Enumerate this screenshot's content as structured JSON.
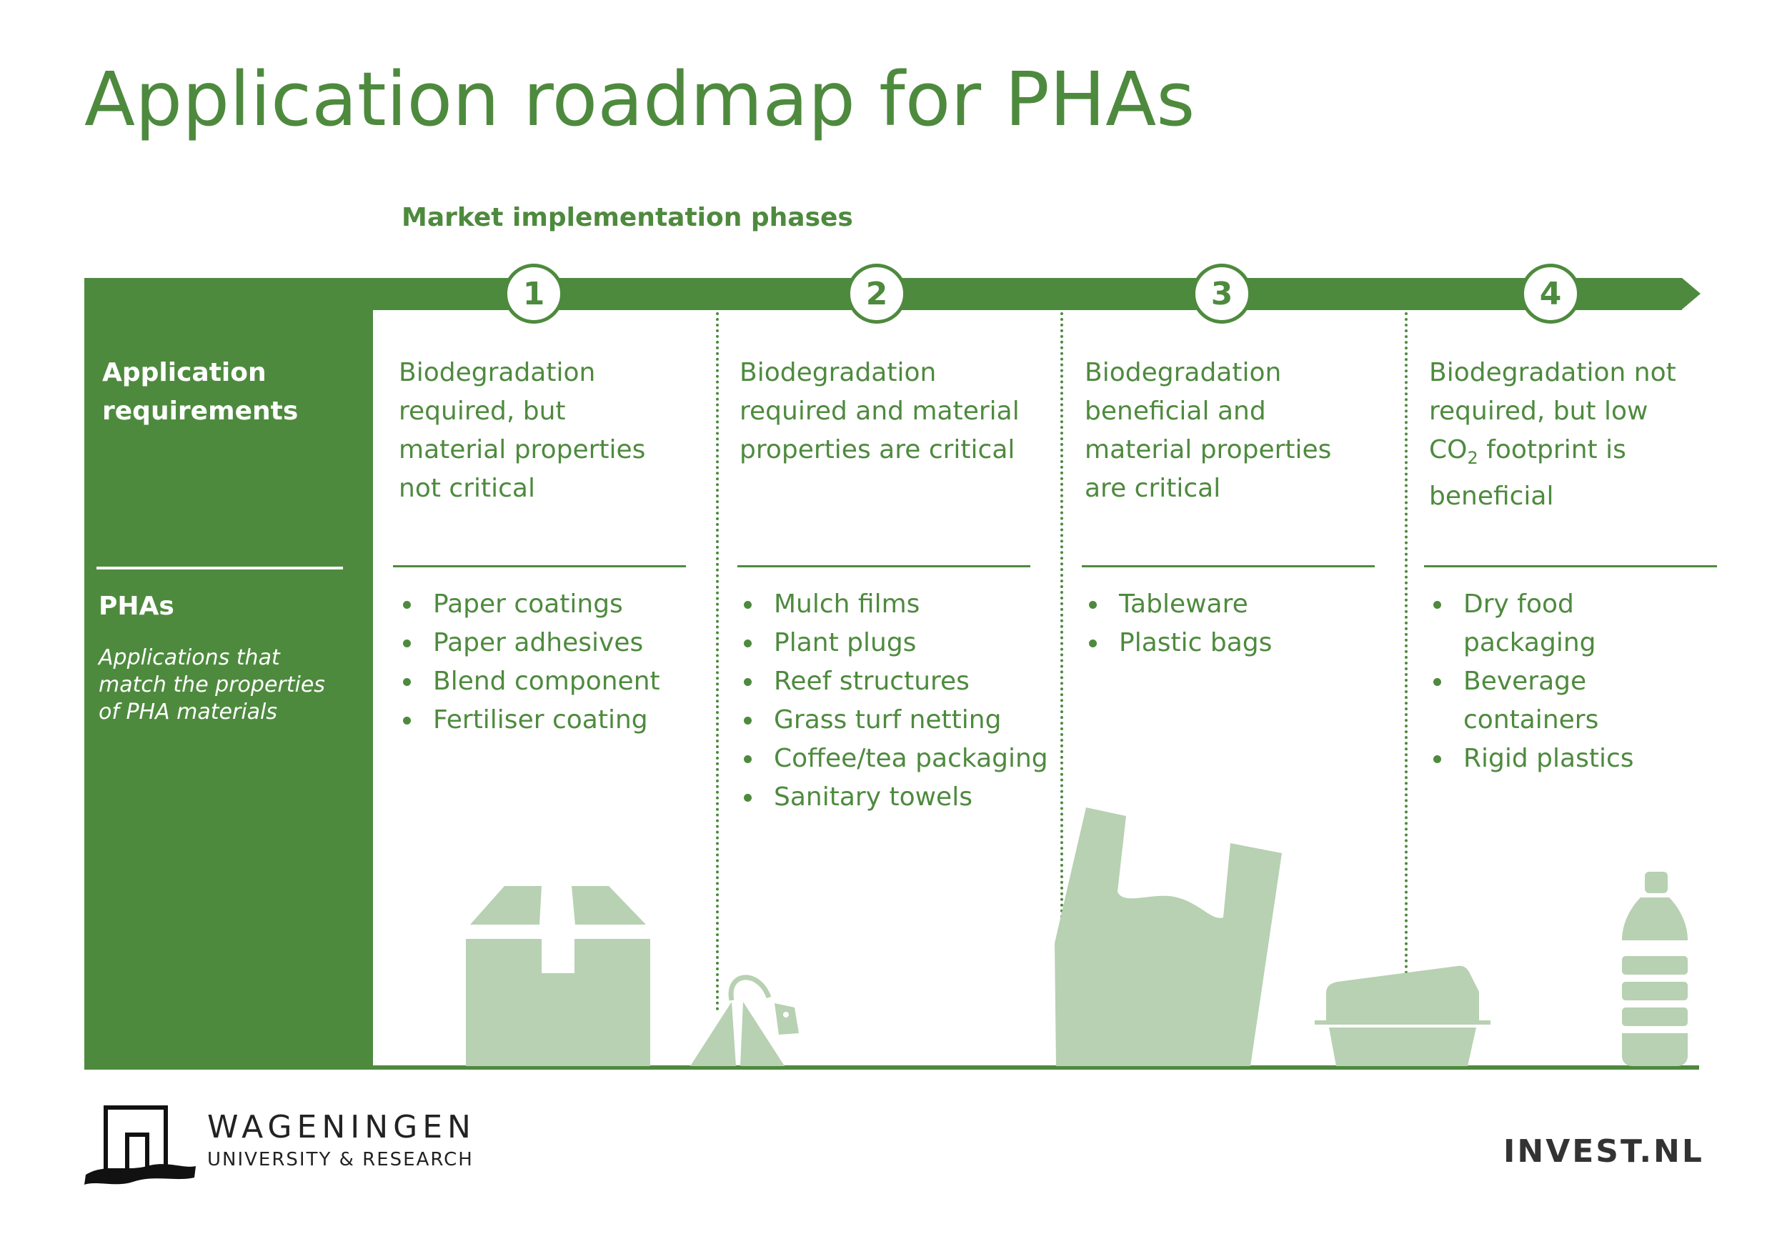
{
  "title": "Application roadmap for PHAs",
  "subtitle": "Market implementation phases",
  "side": {
    "requirements_heading": "Application requirements",
    "phas_heading": "PHAs",
    "phas_description": "Applications that match the properties of PHA materials"
  },
  "phases": [
    {
      "number": "1",
      "requirement": "Biodegradation\nrequired, but\nmaterial properties\nnot critical",
      "applications": [
        "Paper coatings",
        "Paper adhesives",
        "Blend component",
        "Fertiliser coating"
      ]
    },
    {
      "number": "2",
      "requirement": "Biodegradation\nrequired and material\nproperties are critical",
      "applications": [
        "Mulch films",
        "Plant plugs",
        "Reef structures",
        "Grass turf netting",
        "Coffee/tea packaging",
        "Sanitary towels"
      ]
    },
    {
      "number": "3",
      "requirement": "Biodegradation\nbeneficial and\nmaterial properties\nare critical",
      "applications": [
        "Tableware",
        "Plastic bags"
      ]
    },
    {
      "number": "4",
      "requirement_lines": [
        "Biodegradation not",
        "required, but low",
        "footprint is",
        "beneficial"
      ],
      "requirement_co": "CO",
      "requirement_sub": "2",
      "applications": [
        "Dry food packaging",
        "Beverage containers",
        "Rigid plastics"
      ]
    }
  ],
  "logos": {
    "wur_name": "WAGENINGEN",
    "wur_sub": "UNIVERSITY & RESEARCH",
    "invest": "INVEST.NL"
  },
  "colors": {
    "brand_green": "#4e8a3e",
    "light_green": "#b7d1b2",
    "white": "#ffffff"
  },
  "icons": [
    "cardboard-box-icon",
    "tea-bag-icon",
    "plastic-bag-icon",
    "food-container-icon",
    "bottle-icon"
  ]
}
